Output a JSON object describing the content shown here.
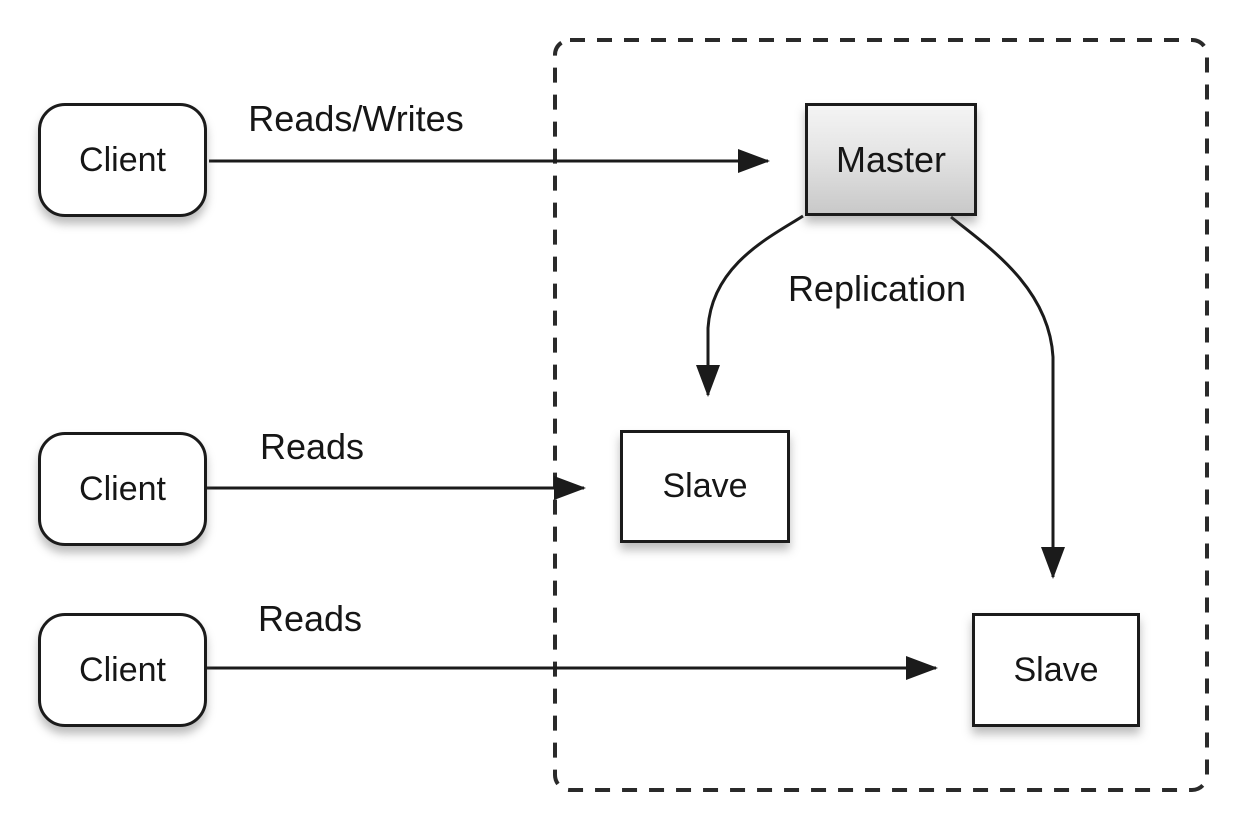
{
  "diagram": {
    "type": "architecture-diagram",
    "topic": "database master-slave replication",
    "nodes": {
      "client1": {
        "label": "Client"
      },
      "client2": {
        "label": "Client"
      },
      "client3": {
        "label": "Client"
      },
      "master": {
        "label": "Master"
      },
      "slave1": {
        "label": "Slave"
      },
      "slave2": {
        "label": "Slave"
      }
    },
    "edge_labels": {
      "reads_writes": "Reads/Writes",
      "reads_mid": "Reads",
      "reads_bottom": "Reads",
      "replication": "Replication"
    },
    "edges": [
      {
        "from": "client1",
        "to": "master",
        "label": "Reads/Writes"
      },
      {
        "from": "client2",
        "to": "slave1",
        "label": "Reads"
      },
      {
        "from": "client3",
        "to": "slave2",
        "label": "Reads"
      },
      {
        "from": "master",
        "to": "slave1",
        "label": "Replication"
      },
      {
        "from": "master",
        "to": "slave2",
        "label": "Replication"
      }
    ],
    "colors": {
      "stroke": "#1b1b1b",
      "node_fill": "#ffffff",
      "master_gradient_top": "#f4f4f4",
      "master_gradient_bottom": "#c9c9c9",
      "background": "#ffffff"
    }
  }
}
